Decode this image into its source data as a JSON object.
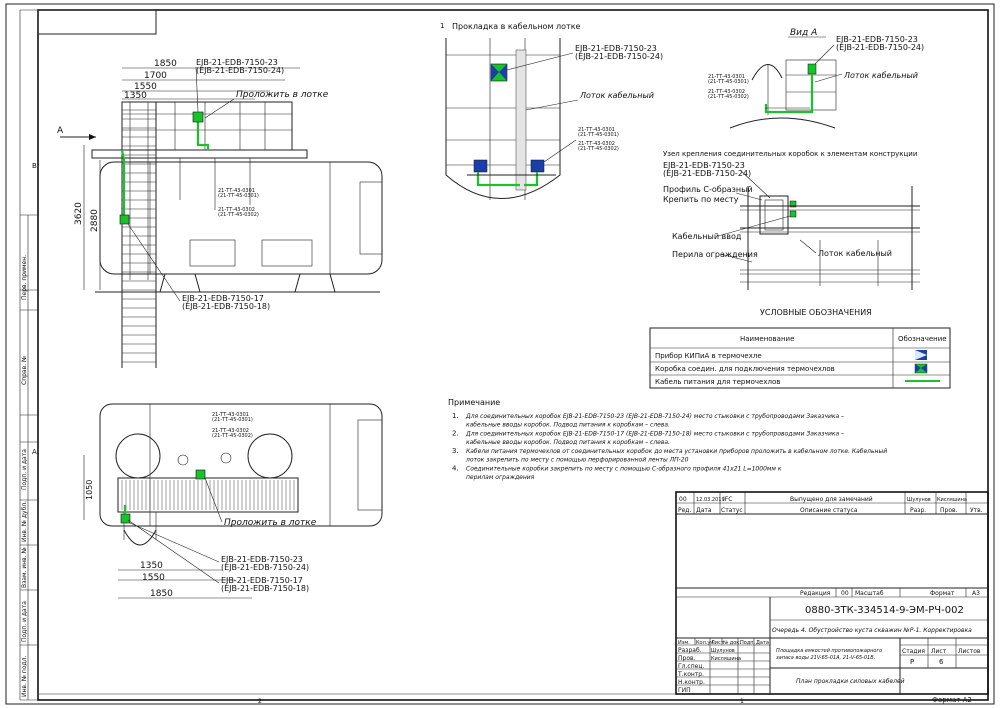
{
  "sheet": {
    "zone_top": "1",
    "zone_bottom_left": "2",
    "zone_bottom_right": "1",
    "zone_left_b": "B",
    "zone_left_a": "A"
  },
  "side_stamps": [
    "Перв. примен.",
    "Справ. №",
    "Подп. и дата",
    "Инв. № дубл.",
    "Взам. инв. №",
    "Подп. и дата",
    "Инв. № подл."
  ],
  "main_view": {
    "dims": [
      "1850",
      "1700",
      "1550",
      "1350"
    ],
    "height_dims": [
      "3620",
      "2880"
    ],
    "view_arrow": "A",
    "label_tray": "Проложить в лотке",
    "box_labels": [
      {
        "main": "EJB-21-EDB-7150-23",
        "alt": "(EJB-21-EDB-7150-24)"
      },
      {
        "main": "EJB-21-EDB-7150-17",
        "alt": "(EJB-21-EDB-7150-18)"
      }
    ],
    "small_tags": [
      "21-ТТ-43-0301",
      "(21-ТТ-45-0301)",
      "21-ТТ-43-0302",
      "(21-ТТ-45-0302)"
    ]
  },
  "plan_view": {
    "dims_bottom": [
      "1350",
      "1550",
      "1850"
    ],
    "height_dim": "1050",
    "label_tray": "Проложить в лотке",
    "box_labels": [
      {
        "main": "EJB-21-EDB-7150-23",
        "alt": "(EJB-21-EDB-7150-24)"
      },
      {
        "main": "EJB-21-EDB-7150-17",
        "alt": "(EJB-21-EDB-7150-18)"
      }
    ],
    "small_tags": [
      "21-ТТ-43-0301",
      "(21-ТТ-45-0301)",
      "21-ТТ-43-0302",
      "(21-ТТ-45-0302)"
    ]
  },
  "tray_detail": {
    "title": "Прокладка в кабельном лотке",
    "box_main": "EJB-21-EDB-7150-23",
    "box_alt": "(EJB-21-EDB-7150-24)",
    "tray_label": "Лоток кабельный",
    "tags": [
      "21-ТТ-43-0301",
      "(21-ТТ-45-0301)",
      "21-ТТ-43-0302",
      "(21-ТТ-45-0302)"
    ]
  },
  "view_a": {
    "title": "Вид А",
    "box_main": "EJB-21-EDB-7150-23",
    "box_alt": "(EJB-21-EDB-7150-24)",
    "tray_label": "Лоток кабельный",
    "tags": [
      "21-ТТ-43-0301",
      "(21-ТТ-45-0301)",
      "21-ТТ-43-0302",
      "(21-ТТ-45-0302)"
    ]
  },
  "mount_detail": {
    "title": "Узел крепления соединительных коробок к элементам конструкции",
    "box_main": "EJB-21-EDB-7150-23",
    "box_alt": "(EJB-21-EDB-7150-24)",
    "profile": "Профиль С-образный",
    "fix": "Крепить по месту",
    "cable_entry": "Кабельный ввод",
    "tray": "Лоток кабельный",
    "railing": "Перила ограждения"
  },
  "legend": {
    "title": "УСЛОВНЫЕ ОБОЗНАЧЕНИЯ",
    "col_name": "Наименование",
    "col_sym": "Обозначение",
    "rows": [
      {
        "name": "Прибор КИПиА в термочехле",
        "symbol": "sensor-icon"
      },
      {
        "name": "Коробка соедин. для подключения термочехлов",
        "symbol": "junction-box-icon"
      },
      {
        "name": "Кабель питания для термочехлов",
        "symbol": "green-cable-line"
      }
    ]
  },
  "notes": {
    "title": "Примечание",
    "items": [
      {
        "n": "1.",
        "lines": [
          "Для соединительных коробок EJB-21-EDB-7150-23 (EJB-21-EDB-7150-24) место стыковки с трубопроводами Заказчика –",
          "кабельные вводы коробок. Подвод питания к коробкам – слева."
        ]
      },
      {
        "n": "2.",
        "lines": [
          "Для соединительных коробок EJB-21-EDB-7150-17 (EJB-21-EDB-7150-18) место стыковки с трубопроводами Заказчика –",
          "кабельные вводы коробок. Подвод питания к коробкам – слева."
        ]
      },
      {
        "n": "3.",
        "lines": [
          "Кабели питания термочехлов от соединительных коробок до места установки приборов проложить в кабельном лотке. Кабельный",
          "лоток закрепить по месту с помощью перфорированной ленты ЛП-20"
        ]
      },
      {
        "n": "4.",
        "lines": [
          "Соединительные коробки закрепить по месту с помощью С-образного профиля 41х21 L=1000мм к",
          "перилам ограждения"
        ]
      }
    ]
  },
  "title_block": {
    "revision": {
      "num": "00",
      "date": "12.03.2019",
      "status": "IFC",
      "desc": "Выпущено для замечаний",
      "dev": "Шулунов",
      "check": "Кисляшина"
    },
    "rev_headers": {
      "num": "Ред.",
      "date": "Дата",
      "status": "Статус",
      "desc": "Описание статуса",
      "dev": "Разр.",
      "check": "Пров.",
      "appr": "Утв."
    },
    "edition_label": "Редакция",
    "edition": "00",
    "scale_label": "Масштаб",
    "format_label": "Формат",
    "format": "А3",
    "code": "0880-ЗТК-334514-9-ЭМ-РЧ-002",
    "project": "Очередь 4. Обустройство куста скважин №Р-1. Корректировка",
    "sign_headers": [
      "Изм.",
      "Кол.уч.",
      "Лист",
      "№ док.",
      "Подп.",
      "Дата"
    ],
    "roles": [
      {
        "role": "Разраб.",
        "name": "Шулунов"
      },
      {
        "role": "Пров.",
        "name": "Кисляшина"
      },
      {
        "role": "Гл.спец.",
        "name": ""
      },
      {
        "role": "Т.контр.",
        "name": ""
      },
      {
        "role": "Н.контр.",
        "name": ""
      },
      {
        "role": "ГИП",
        "name": ""
      }
    ],
    "object": "Площадка емкостей противопожарного запаса воды 21V-65-01А, 21-V-65-01В.",
    "stage_label": "Стадия",
    "sheet_label": "Лист",
    "sheets_label": "Листов",
    "stage": "Р",
    "sheet": "6",
    "drawing": "План прокладки силовых кабелей",
    "footer_format": "Формат А2"
  },
  "colors": {
    "cable": "#19c12a",
    "sensor": "#1b3fa6",
    "line": "#222222"
  }
}
